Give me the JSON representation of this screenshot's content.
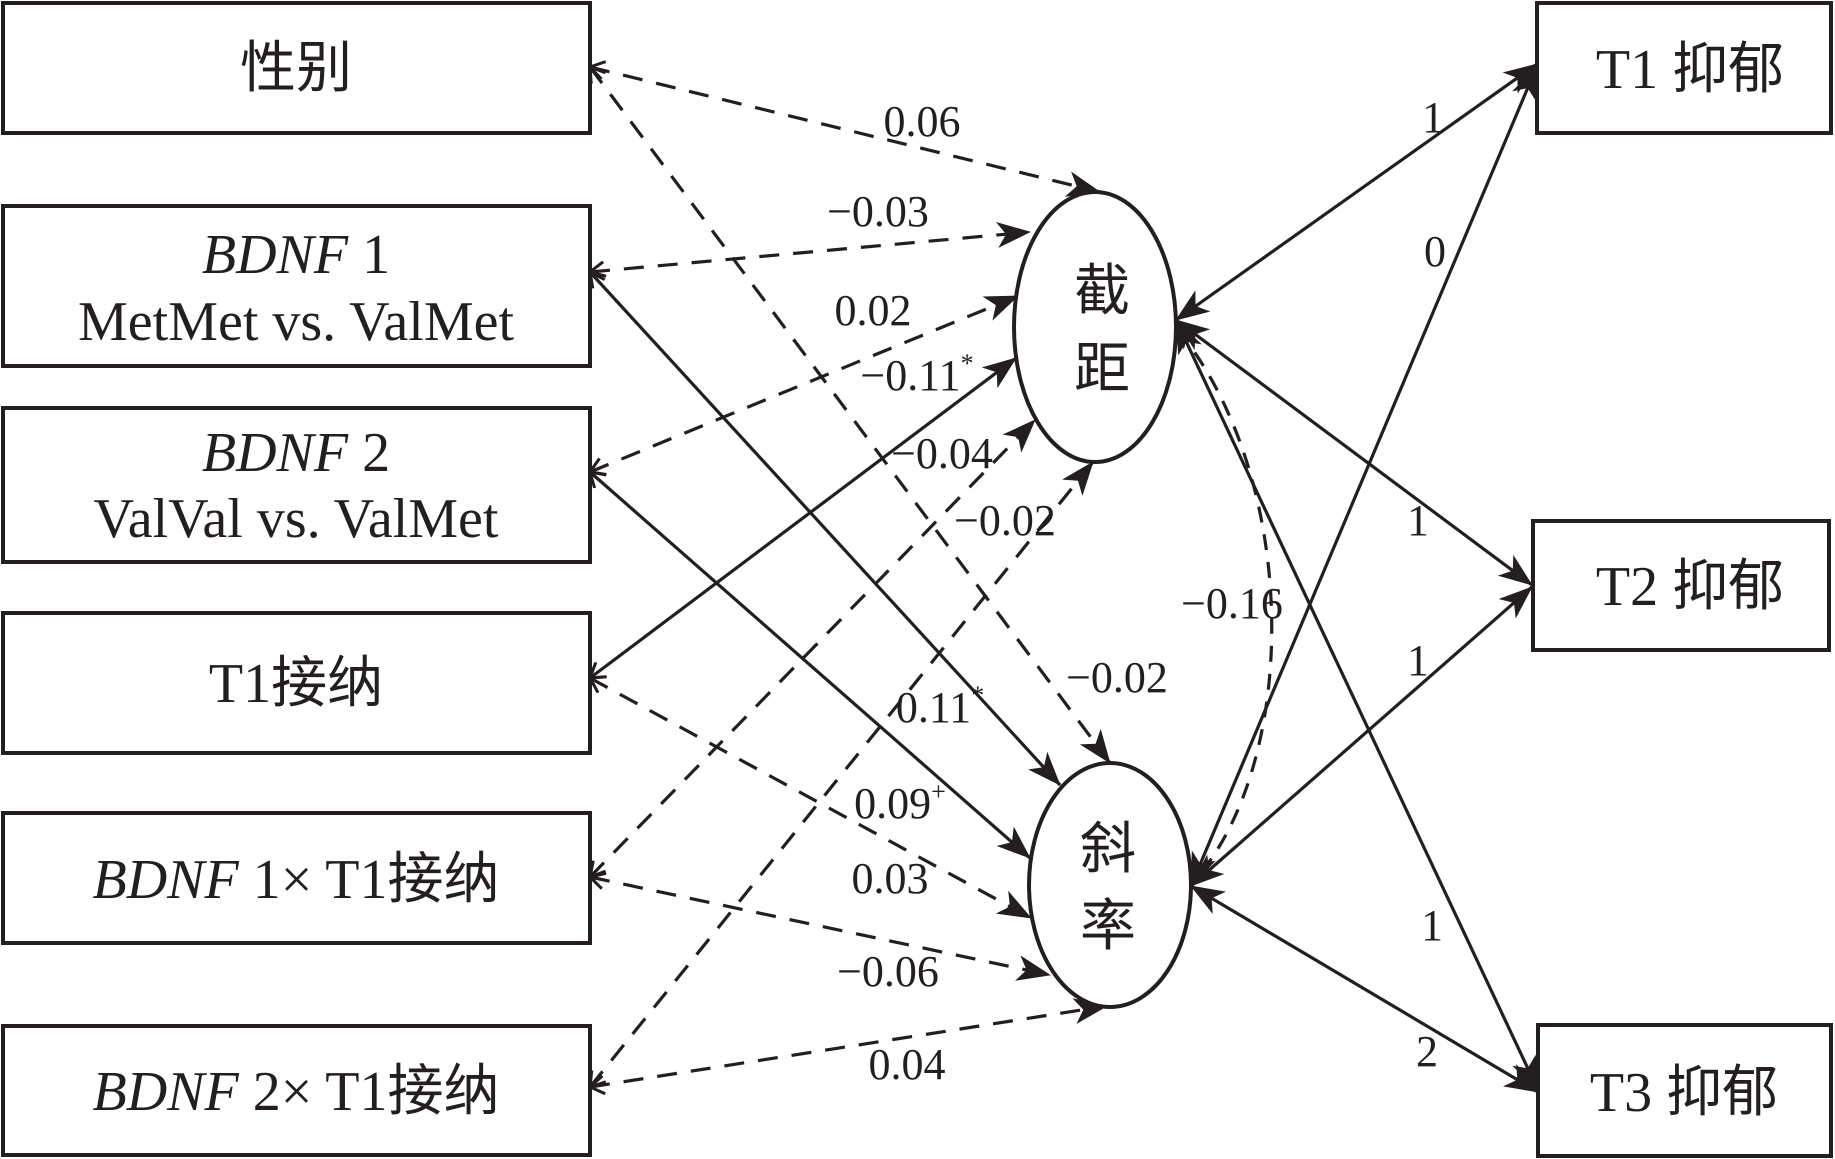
{
  "diagram": {
    "type": "latent growth curve model path diagram",
    "colors": {
      "ink": "#231f20",
      "background": "#ffffff"
    },
    "predictors": [
      {
        "id": "gender",
        "lines": [
          {
            "italic": "",
            "plain": "性别"
          }
        ]
      },
      {
        "id": "bdnf1",
        "lines": [
          {
            "italic": "BDNF",
            "plain": " 1"
          },
          {
            "italic": "",
            "plain": "MetMet vs. ValMet"
          }
        ]
      },
      {
        "id": "bdnf2",
        "lines": [
          {
            "italic": "BDNF",
            "plain": " 2"
          },
          {
            "italic": "",
            "plain": "ValVal vs. ValMet"
          }
        ]
      },
      {
        "id": "acceptance",
        "lines": [
          {
            "italic": "",
            "plain": "T1接纳"
          }
        ]
      },
      {
        "id": "bdnf1x",
        "lines": [
          {
            "italic": "BDNF",
            "plain": " 1× T1接纳"
          }
        ]
      },
      {
        "id": "bdnf2x",
        "lines": [
          {
            "italic": "BDNF",
            "plain": " 2× T1接纳"
          }
        ]
      }
    ],
    "latents": [
      {
        "id": "intercept",
        "label_top": "截",
        "label_bottom": "距"
      },
      {
        "id": "slope",
        "label_top": "斜",
        "label_bottom": "率"
      }
    ],
    "outcomes": [
      {
        "id": "t1dep",
        "label": "T1 抑郁"
      },
      {
        "id": "t2dep",
        "label": "T2 抑郁"
      },
      {
        "id": "t3dep",
        "label": "T3 抑郁"
      }
    ],
    "paths": [
      {
        "from": "gender",
        "to": "intercept",
        "coef": "0.06",
        "significant": false
      },
      {
        "from": "gender",
        "to": "slope",
        "coef": "−0.02",
        "significant": false
      },
      {
        "from": "bdnf1",
        "to": "intercept",
        "coef": "−0.03",
        "significant": false
      },
      {
        "from": "bdnf1",
        "to": "slope",
        "coef": "0.11",
        "sig_mark": "*",
        "significant": true
      },
      {
        "from": "bdnf2",
        "to": "intercept",
        "coef": "0.02",
        "significant": false
      },
      {
        "from": "bdnf2",
        "to": "slope",
        "coef": "0.09",
        "sig_mark": "+",
        "significant": true
      },
      {
        "from": "acceptance",
        "to": "intercept",
        "coef": "−0.11",
        "sig_mark": "*",
        "significant": true
      },
      {
        "from": "acceptance",
        "to": "slope",
        "coef": "0.03",
        "significant": false
      },
      {
        "from": "bdnf1x",
        "to": "intercept",
        "coef": "−0.04",
        "significant": false
      },
      {
        "from": "bdnf1x",
        "to": "slope",
        "coef": "−0.06",
        "significant": false
      },
      {
        "from": "bdnf2x",
        "to": "intercept",
        "coef": "−0.02",
        "significant": false
      },
      {
        "from": "bdnf2x",
        "to": "slope",
        "coef": "0.04",
        "significant": false
      }
    ],
    "loadings": [
      {
        "from": "intercept",
        "to": "t1dep",
        "value": "1"
      },
      {
        "from": "slope",
        "to": "t1dep",
        "value": "0"
      },
      {
        "from": "intercept",
        "to": "t2dep",
        "value": "1"
      },
      {
        "from": "slope",
        "to": "t2dep",
        "value": "1"
      },
      {
        "from": "intercept",
        "to": "t3dep",
        "value": "1"
      },
      {
        "from": "slope",
        "to": "t3dep",
        "value": "2"
      }
    ],
    "covariance": {
      "between": [
        "intercept",
        "slope"
      ],
      "value": "−0.16",
      "significant": false
    }
  }
}
